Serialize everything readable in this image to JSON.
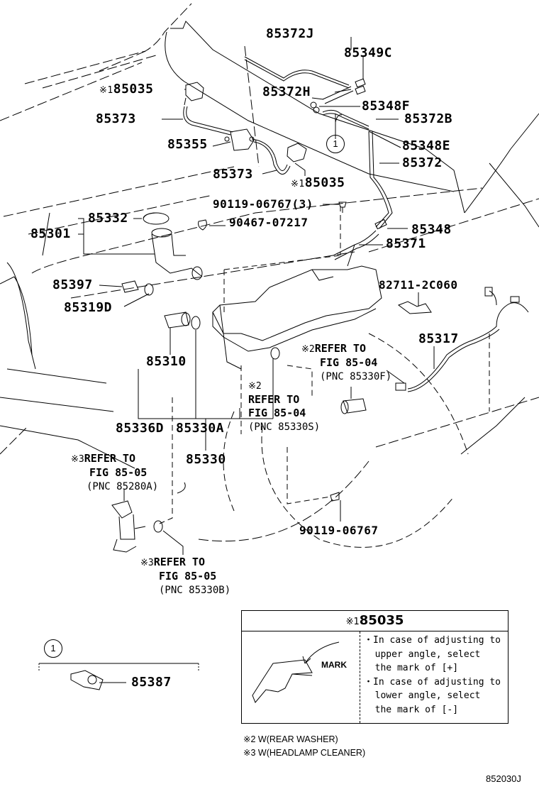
{
  "figure_id": "852030J",
  "callouts": {
    "c_85372J": "85372J",
    "c_85349C": "85349C",
    "c_85035_top": "85035",
    "c_85372H": "85372H",
    "c_85348F": "85348F",
    "c_85373_top": "85373",
    "c_85372B": "85372B",
    "c_85355": "85355",
    "c_85348E": "85348E",
    "c_85373_mid": "85373",
    "c_85372": "85372",
    "c_85035_mid": "85035",
    "c_90119_3": "90119-06767(3)",
    "c_85332": "85332",
    "c_90467": "90467-07217",
    "c_85301": "85301",
    "c_85348": "85348",
    "c_85371": "85371",
    "c_85397": "85397",
    "c_82711": "82711-2C060",
    "c_85319D": "85319D",
    "c_85317": "85317",
    "c_85310": "85310",
    "c_85336D": "85336D",
    "c_85330A": "85330A",
    "c_85330": "85330",
    "c_90119": "90119-06767",
    "c_85387": "85387"
  },
  "marks": {
    "m1": "※1",
    "m2": "※2",
    "m3": "※3"
  },
  "refs": {
    "r_85330F": {
      "line1": "REFER TO",
      "line2": "FIG 85-04",
      "pnc": "(PNC 85330F)"
    },
    "r_85330S": {
      "line1": "REFER TO",
      "line2": "FIG 85-04",
      "pnc": "(PNC 85330S)"
    },
    "r_85280A": {
      "line1": "REFER TO",
      "line2": "FIG 85-05",
      "pnc": "(PNC 85280A)"
    },
    "r_85330B": {
      "line1": "REFER TO",
      "line2": "FIG 85-05",
      "pnc": "(PNC 85330B)"
    }
  },
  "circle_ref": "1",
  "detail_box": {
    "title": "85035",
    "mark_label": "MARK",
    "instructions": [
      "・In case of adjusting to",
      "  upper angle, select",
      "  the mark of [+]",
      "・In case of adjusting to",
      "  lower angle, select",
      "  the mark of [-]"
    ]
  },
  "legend": [
    {
      "mark": "※2",
      "text": "W(REAR WASHER)"
    },
    {
      "mark": "※3",
      "text": "W(HEADLAMP CLEANER)"
    }
  ]
}
